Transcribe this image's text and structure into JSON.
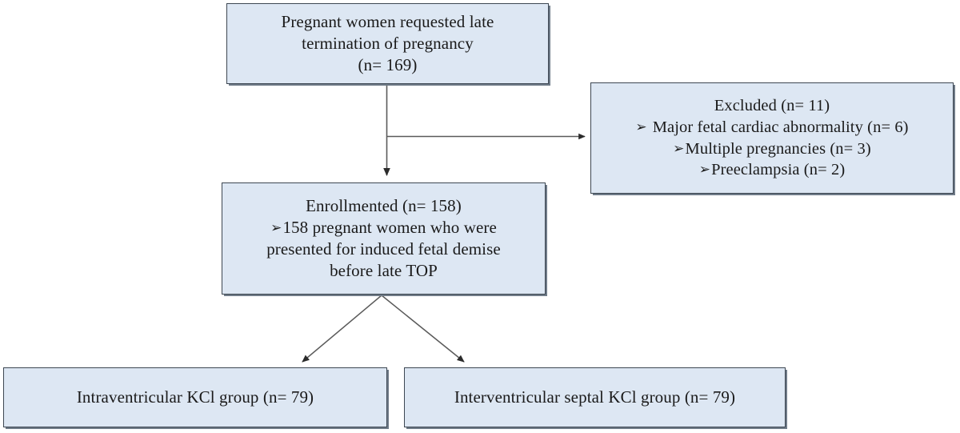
{
  "diagram": {
    "type": "flowchart",
    "title": "Study enrollment flow diagram",
    "colors": {
      "box_fill": "#dde7f3",
      "box_border": "#3d4752",
      "shadow": "#6f7b88",
      "connector": "#5a5a5a",
      "text": "#1a1a1a"
    },
    "bullet_glyph": "➢"
  },
  "nodes": {
    "top": {
      "name": "pregnant-women-requested",
      "lines": [
        "Pregnant women requested late",
        "termination of pregnancy",
        "(n= 169)"
      ]
    },
    "excluded": {
      "name": "excluded",
      "heading": "Excluded (n= 11)",
      "items": [
        "Major fetal cardiac abnormality (n= 6)",
        "Multiple pregnancies (n= 3)",
        "Preeclampsia (n= 2)"
      ]
    },
    "enrolled": {
      "name": "enrollmented",
      "heading": "Enrollmented (n= 158)",
      "item": "158 pregnant women who were",
      "lines": [
        "presented for induced fetal demise",
        "before late TOP"
      ]
    },
    "group_left": {
      "name": "intraventricular-kcl-group",
      "label": "Intraventricular  KCl group (n= 79)"
    },
    "group_right": {
      "name": "interventricular-septal-kcl-group",
      "label": "Interventricular  septal KCl group (n= 79)"
    }
  },
  "connectors": [
    {
      "name": "top-to-enrolled",
      "from": "top",
      "to": "enrolled",
      "style": "vertical-arrow"
    },
    {
      "name": "top-to-excluded",
      "from": "top",
      "to": "excluded",
      "style": "horizontal-branch-arrow"
    },
    {
      "name": "enrolled-to-left-group",
      "from": "enrolled",
      "to": "group_left",
      "style": "diagonal-arrow"
    },
    {
      "name": "enrolled-to-right-group",
      "from": "enrolled",
      "to": "group_right",
      "style": "diagonal-arrow"
    }
  ]
}
